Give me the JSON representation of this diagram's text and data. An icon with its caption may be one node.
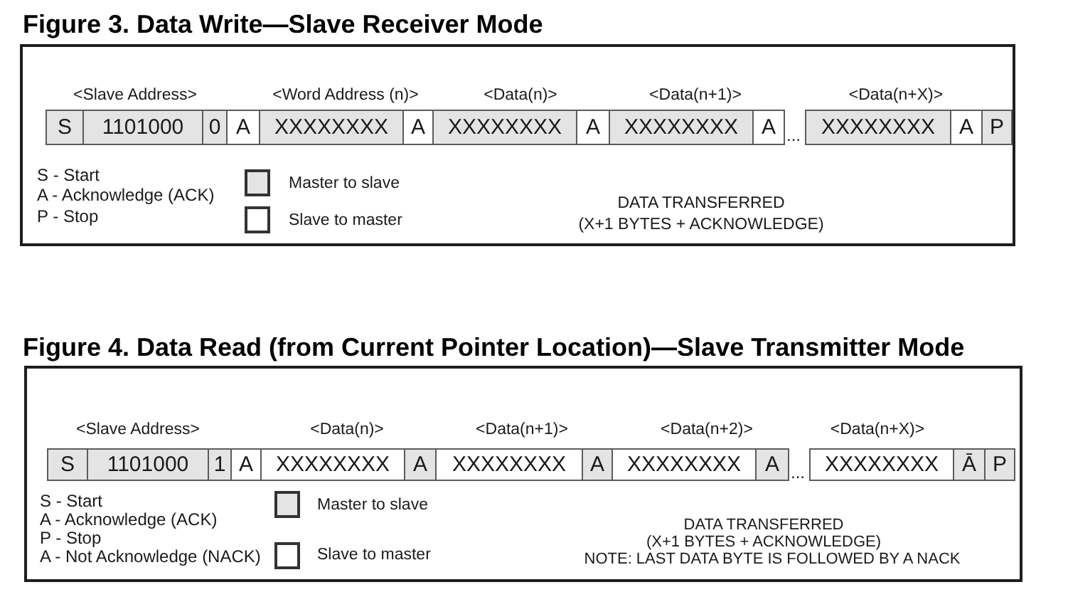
{
  "diagram": {
    "nodes": [
      {
        "text": [
          "Figure 3. Data Write—Slave Receiver Mode"
        ]
      },
      {
        "text": [
          "S"
        ],
        "in": 0
      },
      {
        "text": [
          "1101000"
        ],
        "in": 0,
        "beside": [
          "<Slave Address>"
        ]
      },
      {
        "text": [
          "0"
        ],
        "in": 0
      },
      {
        "text": [
          "A"
        ],
        "in": 0
      },
      {
        "text": [
          "XXXXXXXX"
        ],
        "in": 0,
        "beside": [
          "<Word Address (n)>"
        ]
      },
      {
        "text": [
          "A"
        ],
        "in": 0
      },
      {
        "text": [
          "XXXXXXXX"
        ],
        "in": 0,
        "beside": [
          "<Data(n)>"
        ]
      },
      {
        "text": [
          "A"
        ],
        "in": 0
      },
      {
        "text": [
          "XXXXXXXX"
        ],
        "in": 0,
        "beside": [
          "<Data(n+1)>"
        ]
      },
      {
        "text": [
          "A"
        ],
        "in": 0
      },
      {
        "text": [
          "XXXXXXXX"
        ],
        "in": 0,
        "beside": [
          "<Data(n+X)>"
        ]
      },
      {
        "text": [
          "A"
        ],
        "in": 0
      },
      {
        "text": [
          "P"
        ],
        "in": 0
      },
      {
        "text": [
          "Figure 4. Data Read (from Current Pointer Location)—Slave Transmitter Mode"
        ]
      },
      {
        "text": [
          "S"
        ],
        "in": 14
      },
      {
        "text": [
          "1101000"
        ],
        "in": 14,
        "beside": [
          "<Slave Address>"
        ]
      },
      {
        "text": [
          "1"
        ],
        "in": 14
      },
      {
        "text": [
          "A"
        ],
        "in": 14
      },
      {
        "text": [
          "XXXXXXXX"
        ],
        "in": 14,
        "beside": [
          "<Data(n)>"
        ]
      },
      {
        "text": [
          "A"
        ],
        "in": 14
      },
      {
        "text": [
          "XXXXXXXX"
        ],
        "in": 14,
        "beside": [
          "<Data(n+1)>"
        ]
      },
      {
        "text": [
          "A"
        ],
        "in": 14
      },
      {
        "text": [
          "XXXXXXXX"
        ],
        "in": 14,
        "beside": [
          "<Data(n+2)>"
        ]
      },
      {
        "text": [
          "A"
        ],
        "in": 14
      },
      {
        "text": [
          "XXXXXXXX"
        ],
        "in": 14,
        "beside": [
          "<Data(n+X)>"
        ]
      },
      {
        "text": [
          "Ā"
        ],
        "in": 14
      },
      {
        "text": [
          "P"
        ],
        "in": 14
      }
    ],
    "labels": [
      "...",
      "S - Start",
      "A - Acknowledge (ACK)",
      "P - Stop",
      "DATA TRANSFERRED",
      "(X+1 BYTES + ACKNOWLEDGE)",
      "...",
      "S - Start",
      "A - Acknowledge (ACK)",
      "P - Stop",
      "A - Not Acknowledge (NACK)",
      "DATA TRANSFERRED",
      "(X+1 BYTES + ACKNOWLEDGE)",
      "NOTE: LAST DATA BYTE IS FOLLOWED BY A NACK"
    ],
    "legend": [
      {
        "text": "Master to slave",
        "color": "#e4e4e4"
      },
      {
        "text": "Slave to master",
        "color": "#ffffff"
      },
      {
        "text": "Master to slave",
        "color": "#e4e4e4"
      },
      {
        "text": "Slave to master",
        "color": "#ffffff"
      }
    ]
  }
}
